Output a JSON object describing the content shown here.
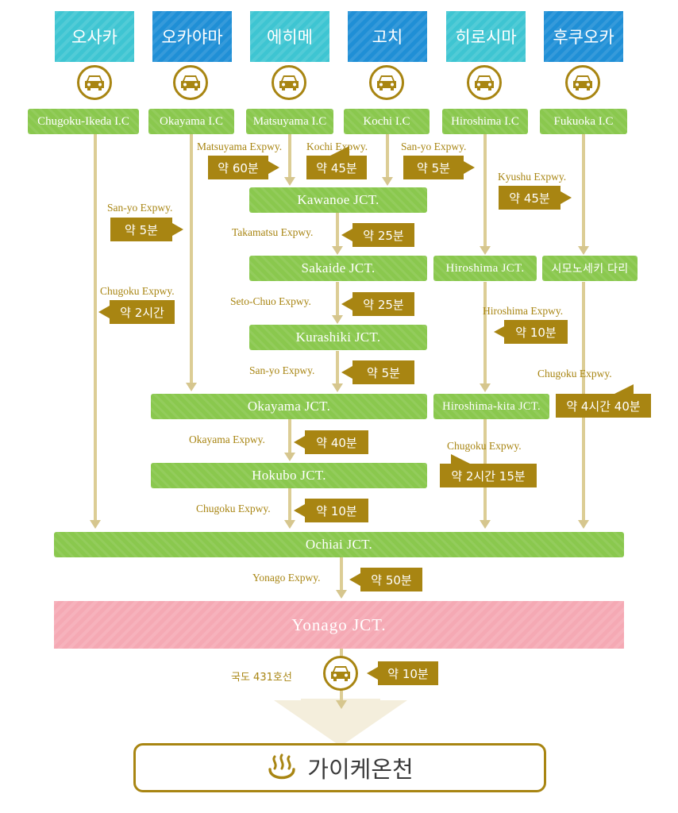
{
  "colors": {
    "city_teal": "#3ec5d2",
    "city_blue": "#1f8fd6",
    "jct_green": "#8ac84e",
    "time_gold": "#a88512",
    "line": "#dccd95",
    "yonago_pink": "#f5a9b4"
  },
  "cities": [
    "오사카",
    "오카야마",
    "에히메",
    "고치",
    "히로시마",
    "후쿠오카"
  ],
  "ics": [
    "Chugoku-Ikeda I.C",
    "Okayama I.C",
    "Matsuyama I.C",
    "Kochi I.C",
    "Hiroshima I.C",
    "Fukuoka I.C"
  ],
  "junctions": {
    "kawanoe": "Kawanoe JCT.",
    "sakaide": "Sakaide JCT.",
    "kurashiki": "Kurashiki JCT.",
    "okayama": "Okayama JCT.",
    "hokubo": "Hokubo JCT.",
    "ochiai": "Ochiai JCT.",
    "yonago": "Yonago JCT.",
    "hiroshima": "Hiroshima JCT.",
    "hiroshima_kita": "Hiroshima-kita JCT.",
    "shimonoseki": "시모노세키 다리"
  },
  "segments": [
    {
      "road": "Matsuyama Expwy.",
      "time": "약 60분"
    },
    {
      "road": "Kochi Expwy.",
      "time": "약 45분"
    },
    {
      "road": "San-yo Expwy.",
      "time": "약 5분"
    },
    {
      "road": "Kyushu Expwy.",
      "time": "약 45분"
    },
    {
      "road": "San-yo Expwy.",
      "time": "약 5분"
    },
    {
      "road": "Takamatsu Expwy.",
      "time": "약 25분"
    },
    {
      "road": "Chugoku Expwy.",
      "time": "약 2시간"
    },
    {
      "road": "Seto-Chuo Expwy.",
      "time": "약 25분"
    },
    {
      "road": "Hiroshima Expwy.",
      "time": "약 10분"
    },
    {
      "road": "San-yo Expwy.",
      "time": "약 5분"
    },
    {
      "road": "Chugoku Expwy.",
      "time": "약 4시간 40분"
    },
    {
      "road": "Okayama Expwy.",
      "time": "약 40분"
    },
    {
      "road": "Chugoku Expwy.",
      "time": "약 2시간 15분"
    },
    {
      "road": "Chugoku Expwy.",
      "time": "약 10분"
    },
    {
      "road": "Yonago Expwy.",
      "time": "약 50분"
    },
    {
      "road": "국도 431호선",
      "time": "약 10분"
    }
  ],
  "destination": "가이케온천",
  "icons": {
    "car": "car-icon",
    "onsen": "hot-spring-icon"
  }
}
